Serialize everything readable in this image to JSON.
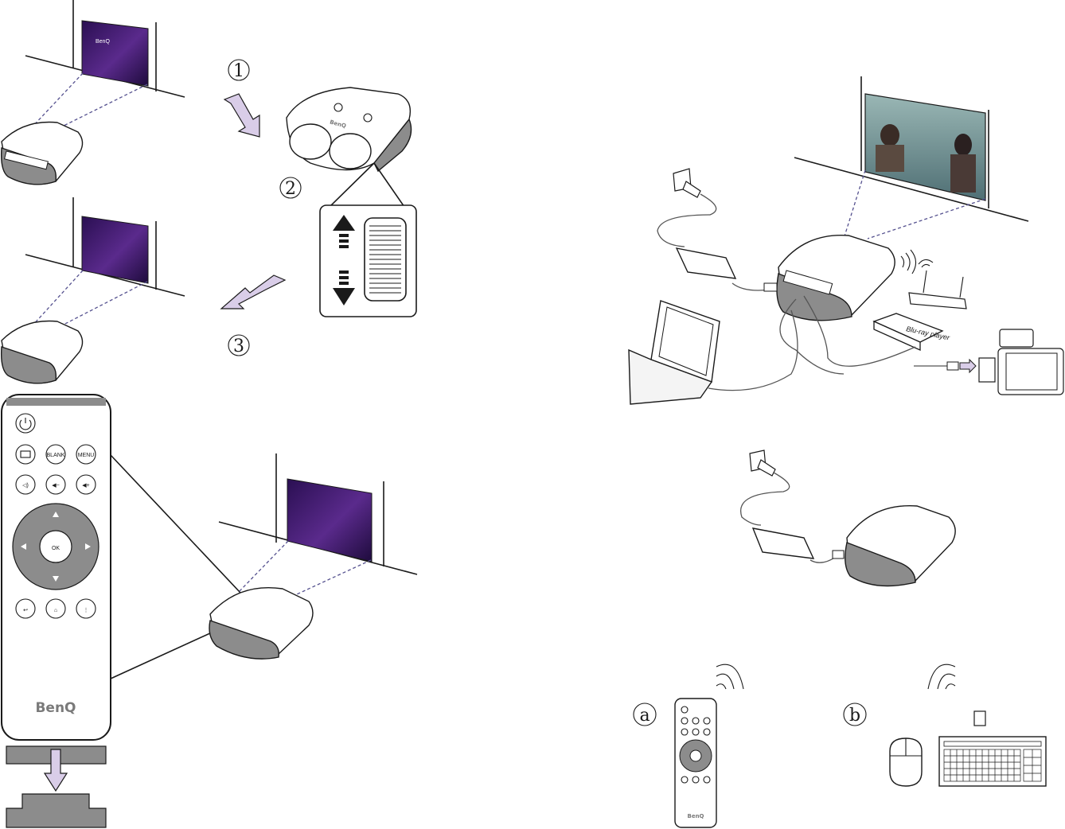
{
  "steps": {
    "one": "1",
    "two": "2",
    "three": "3"
  },
  "remote": {
    "blank": "BLANK",
    "menu": "MENU",
    "ok": "OK",
    "brand": "BenQ"
  },
  "devices": {
    "bluray": "Blu-ray player",
    "screen_logo": "BenQ"
  },
  "options": {
    "a": "a",
    "b": "b"
  },
  "colors": {
    "screen_purple": "#3b1a66",
    "dpad_gray": "#8c8c8c",
    "arrow_lavender": "#d9cde8"
  }
}
